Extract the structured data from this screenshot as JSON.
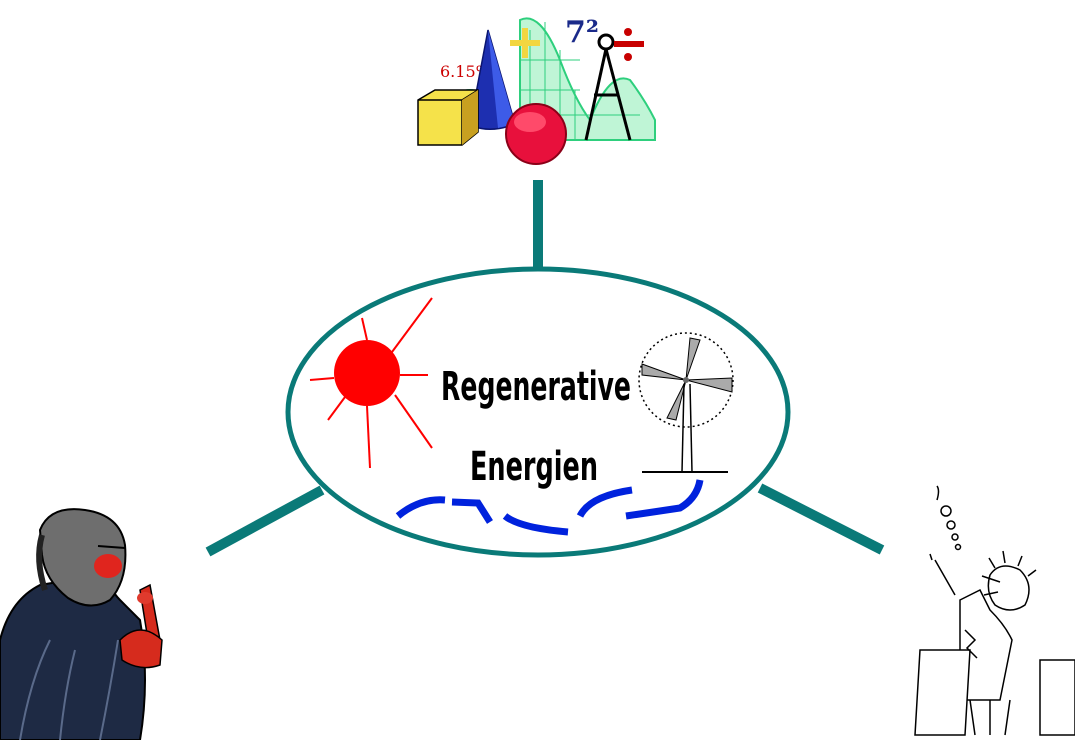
{
  "center": {
    "title_line1": "Regenerative",
    "title_line2": "Energien"
  },
  "clipart": {
    "math_tools": {
      "label_percent": "6.15%",
      "label_power": "7²"
    }
  },
  "colors": {
    "connector": "#0a7a78",
    "ellipse_stroke": "#0a7a78",
    "sun": "#ff0000",
    "water": "#0022dd"
  }
}
